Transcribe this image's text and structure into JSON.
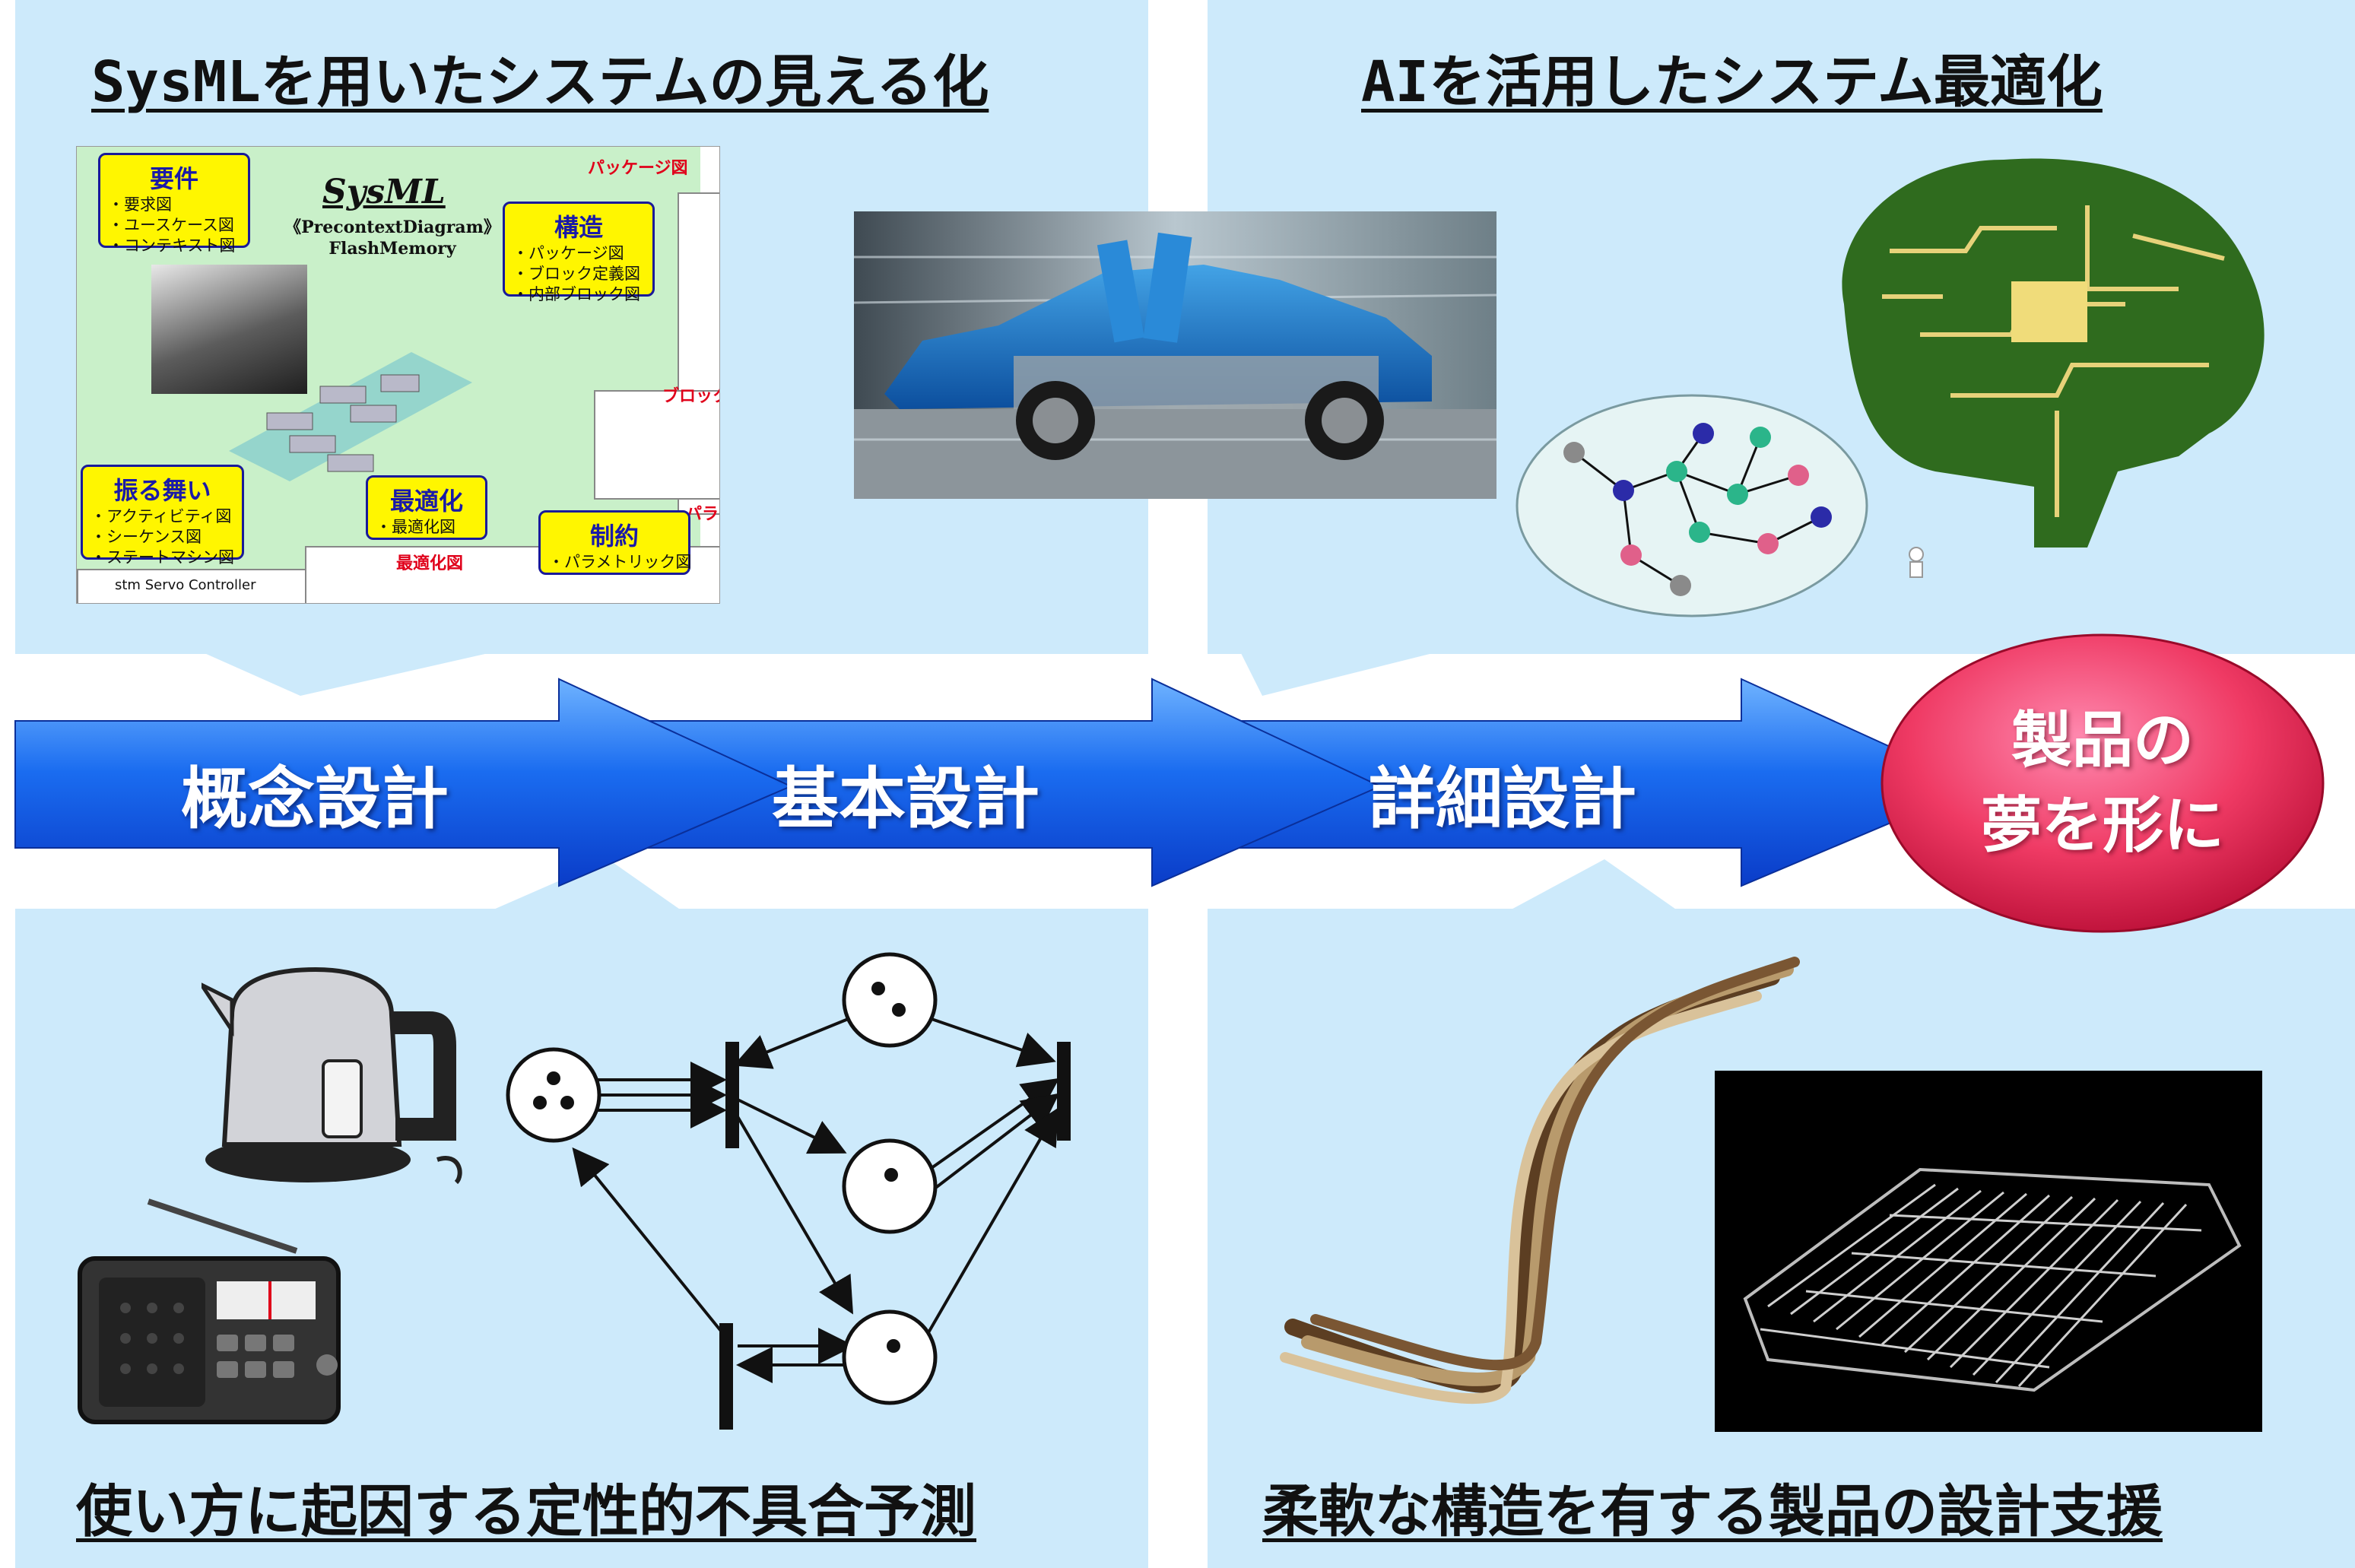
{
  "panels": {
    "top_left_title": "SysMLを用いたシステムの見える化",
    "top_right_title": "AIを活用したシステム最適化",
    "bottom_left_title": "使い方に起因する定性的不具合予測",
    "bottom_right_title": "柔軟な構造を有する製品の設計支援"
  },
  "stages": [
    "概念設計",
    "基本設計",
    "詳細設計"
  ],
  "goal": {
    "line1": "製品の",
    "line2": "夢を形に"
  },
  "sysml": {
    "logo": "SysML",
    "subtitle_1": "《PrecontextDiagram》",
    "subtitle_2": "FlashMemory",
    "package_label": "パッケージ図",
    "block_label": "ブロック",
    "param_label": "パラ",
    "optimize_label": "最適化図",
    "stm_label": "stm  Servo Controller",
    "boxes": [
      {
        "title": "要件",
        "items": [
          "・要求図",
          "・ユースケース図",
          "・コンテキスト図"
        ]
      },
      {
        "title": "構造",
        "items": [
          "・パッケージ図",
          "・ブロック定義図",
          "・内部ブロック図"
        ]
      },
      {
        "title": "振る舞い",
        "items": [
          "・アクティビティ図",
          "・シーケンス図",
          "・ステートマシン図"
        ]
      },
      {
        "title": "最適化",
        "items": [
          "・最適化図"
        ]
      },
      {
        "title": "制約",
        "items": [
          "・パラメトリック図"
        ]
      }
    ]
  },
  "colors": {
    "panel_bg": "#cdeafb",
    "arrow_blue": "#1560e8",
    "goal_red": "#e8284e",
    "ybox_fill": "#fff600"
  }
}
